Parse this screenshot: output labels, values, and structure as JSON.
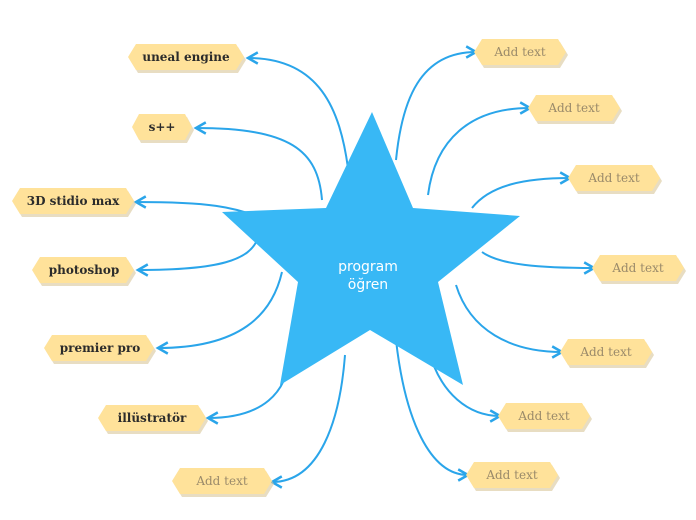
{
  "colors": {
    "star_fill": "#38b8f5",
    "connector": "#2aa5ea",
    "node_fill": "#ffe29a",
    "node_shadow": "#d9c79a",
    "center_text": "#ffffff"
  },
  "center": {
    "shape": "star",
    "lines": [
      "program",
      "öğren"
    ]
  },
  "left_topics": [
    {
      "label": "uneal engine"
    },
    {
      "label": "s++"
    },
    {
      "label": "3D stidio max"
    },
    {
      "label": "photoshop"
    },
    {
      "label": "premier pro"
    },
    {
      "label": "illüstratör"
    },
    {
      "label": "Add text"
    }
  ],
  "right_topics": [
    {
      "label": "Add text"
    },
    {
      "label": "Add text"
    },
    {
      "label": "Add text"
    },
    {
      "label": "Add text"
    },
    {
      "label": "Add text"
    },
    {
      "label": "Add text"
    },
    {
      "label": "Add text"
    }
  ]
}
